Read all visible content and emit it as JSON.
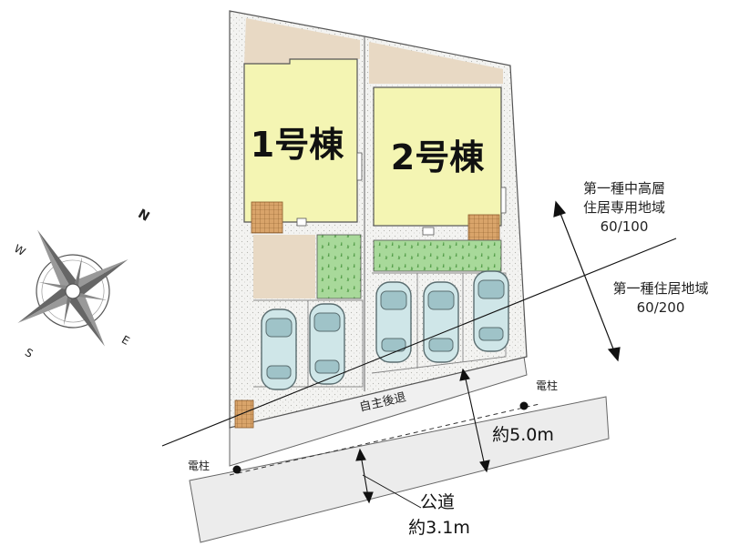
{
  "buildings": [
    {
      "label": "1号棟",
      "color": "#f4f5b3"
    },
    {
      "label": "2号棟",
      "color": "#f4f5b3"
    }
  ],
  "zoning": [
    {
      "line1": "第一種中高層",
      "line2": "住居専用地域",
      "ratio": "60/100"
    },
    {
      "line1": "第一種住居地域",
      "ratio": "60/200"
    }
  ],
  "labels": {
    "setback": "自主後退",
    "road_width_setback": "約5.0m",
    "road_name": "公道",
    "road_width": "約3.1m",
    "pole_right": "電柱",
    "pole_left": "電柱"
  },
  "compass": {
    "n": "N",
    "s": "S",
    "e": "E",
    "w": "W"
  },
  "colors": {
    "building": "#f4f5b3",
    "garden": "#a8d99a",
    "yard": "#e8d9c4",
    "tile": "#d9a46a",
    "road": "#ececec"
  }
}
